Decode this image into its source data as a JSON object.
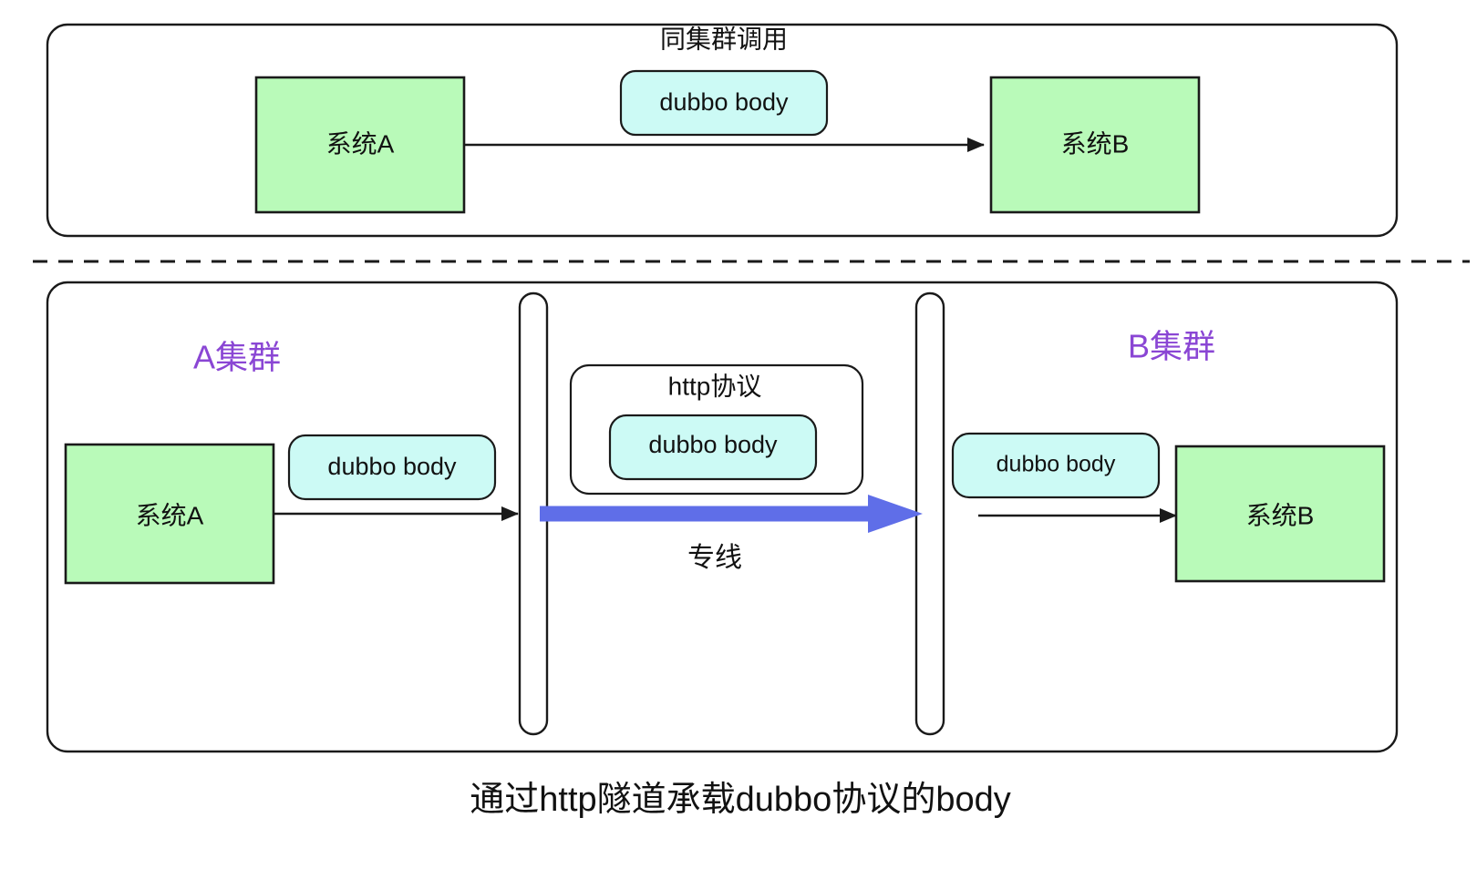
{
  "diagram": {
    "caption": "通过http隧道承载dubbo协议的body",
    "colors": {
      "system_fill": "#b9fab9",
      "body_fill": "#ccfaf5",
      "cluster_label": "#8a46d4",
      "tunnel_arrow": "#5f6ee8",
      "stroke": "#1a1a1a",
      "panel_fill": "#ffffff"
    },
    "top_panel": {
      "title": "同集群调用",
      "source_box": "系统A",
      "target_box": "系统B",
      "payload_box": "dubbo body"
    },
    "bottom_panel": {
      "left_cluster_label": "A集群",
      "right_cluster_label": "B集群",
      "source_box": "系统A",
      "target_box": "系统B",
      "left_payload_box": "dubbo body",
      "right_payload_box": "dubbo body",
      "tunnel_protocol_label": "http协议",
      "tunnel_payload_box": "dubbo body",
      "link_label": "专线",
      "left_wall": "",
      "right_wall": ""
    }
  }
}
